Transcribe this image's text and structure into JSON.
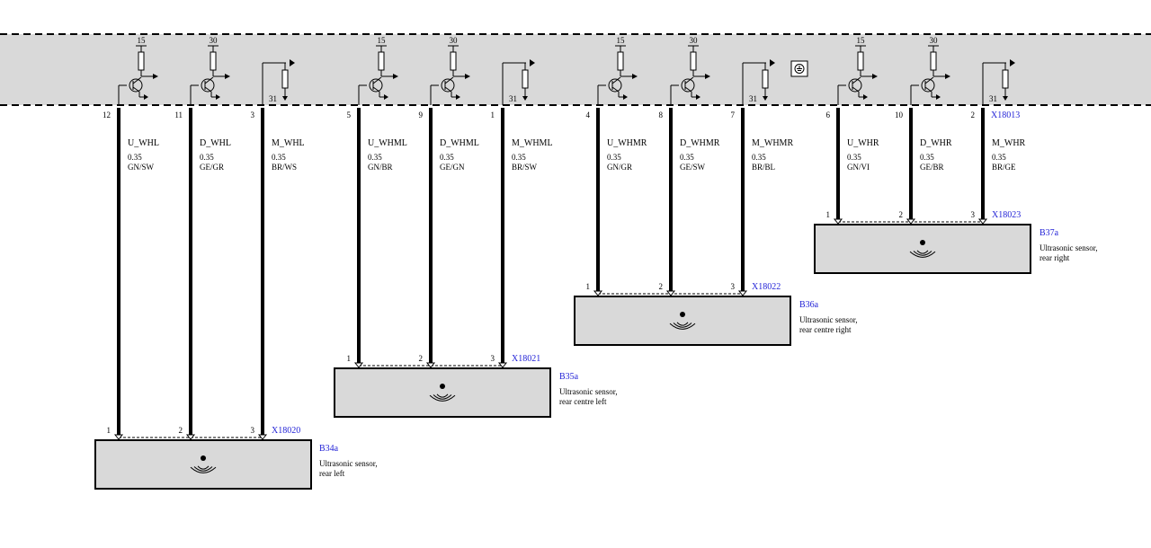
{
  "control_unit": {
    "pin_labels": [
      "15",
      "30",
      "31"
    ],
    "connector": "X18013"
  },
  "sensors": [
    {
      "id": "B34a",
      "description_line1": "Ultrasonic sensor,",
      "description_line2": "rear left",
      "connector": "X18020",
      "sensor_pins": [
        "1",
        "2",
        "3"
      ],
      "ecu_pins": [
        "12",
        "11",
        "3"
      ],
      "wires": [
        {
          "name": "U_WHL",
          "gauge": "0.35",
          "color": "GN/SW"
        },
        {
          "name": "D_WHL",
          "gauge": "0.35",
          "color": "GE/GR"
        },
        {
          "name": "M_WHL",
          "gauge": "0.35",
          "color": "BR/WS"
        }
      ]
    },
    {
      "id": "B35a",
      "description_line1": "Ultrasonic sensor,",
      "description_line2": "rear centre left",
      "connector": "X18021",
      "sensor_pins": [
        "1",
        "2",
        "3"
      ],
      "ecu_pins": [
        "5",
        "9",
        "1"
      ],
      "wires": [
        {
          "name": "U_WHML",
          "gauge": "0.35",
          "color": "GN/BR"
        },
        {
          "name": "D_WHML",
          "gauge": "0.35",
          "color": "GE/GN"
        },
        {
          "name": "M_WHML",
          "gauge": "0.35",
          "color": "BR/SW"
        }
      ]
    },
    {
      "id": "B36a",
      "description_line1": "Ultrasonic sensor,",
      "description_line2": "rear centre right",
      "connector": "X18022",
      "sensor_pins": [
        "1",
        "2",
        "3"
      ],
      "ecu_pins": [
        "4",
        "8",
        "7"
      ],
      "wires": [
        {
          "name": "U_WHMR",
          "gauge": "0.35",
          "color": "GN/GR"
        },
        {
          "name": "D_WHMR",
          "gauge": "0.35",
          "color": "GE/SW"
        },
        {
          "name": "M_WHMR",
          "gauge": "0.35",
          "color": "BR/BL"
        }
      ]
    },
    {
      "id": "B37a",
      "description_line1": "Ultrasonic sensor,",
      "description_line2": "rear right",
      "connector": "X18023",
      "sensor_pins": [
        "1",
        "2",
        "3"
      ],
      "ecu_pins": [
        "6",
        "10",
        "2"
      ],
      "wires": [
        {
          "name": "U_WHR",
          "gauge": "0.35",
          "color": "GN/VI"
        },
        {
          "name": "D_WHR",
          "gauge": "0.35",
          "color": "GE/BR"
        },
        {
          "name": "M_WHR",
          "gauge": "0.35",
          "color": "BR/GE"
        }
      ]
    }
  ],
  "colors": {
    "label_blue": "#1f1fd6",
    "component_fill": "#d9d9d9",
    "wire": "#000000"
  }
}
